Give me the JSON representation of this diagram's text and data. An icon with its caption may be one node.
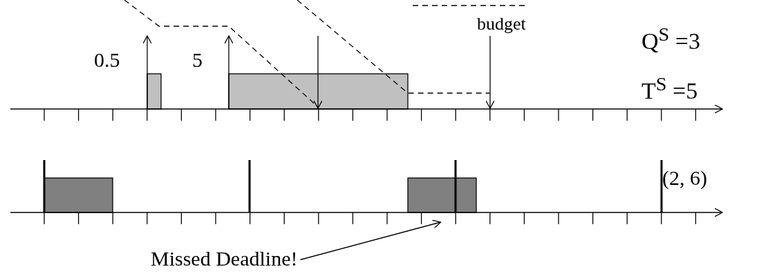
{
  "diagram": {
    "nodes": [
      {
        "text": [],
        "shape": "box"
      },
      {
        "text": [],
        "shape": "box"
      },
      {
        "text": [],
        "shape": "box"
      },
      {
        "text": [],
        "shape": "box"
      },
      {
        "text": [
          "Missed Deadline!"
        ]
      }
    ],
    "edges": [
      {
        "from": 4,
        "to": 3,
        "arrow": "to"
      }
    ],
    "labels": [
      "0.5",
      "5",
      "Q$^{S}$ =3",
      "T$^{S}$ =5",
      "(2, 6)"
    ],
    "legend": [
      {
        "text": "budget"
      }
    ]
  }
}
